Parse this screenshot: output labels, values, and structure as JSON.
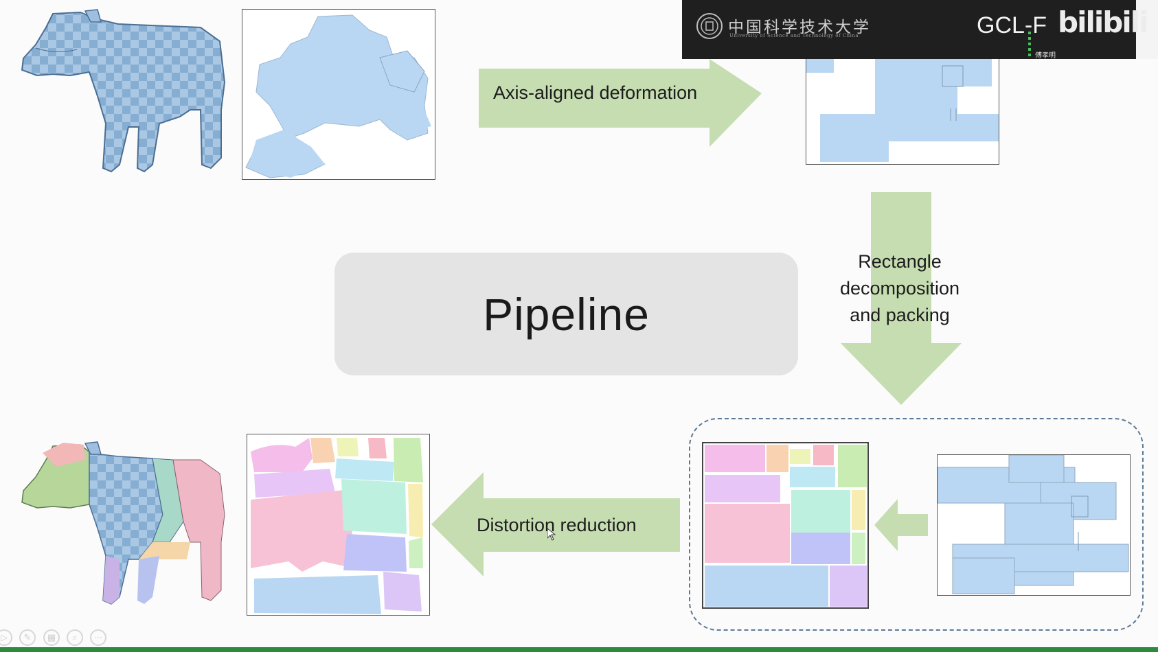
{
  "slide": {
    "title": "Pipeline",
    "arrow_labels": {
      "axis_aligned": "Axis-aligned deformation",
      "rect_line1": "Rectangle",
      "rect_line2": "decomposition",
      "rect_line3": "and packing",
      "distortion": "Distortion reduction"
    }
  },
  "overlay": {
    "university_name": "中国科学技术大学",
    "university_subtitle": "University of Science and Technology of China",
    "channel_tag": "GCL-F",
    "platform_logo": "bilibili",
    "speaker_name": "傅孝明"
  },
  "player_controls": [
    "play-icon",
    "pen-icon",
    "slides-icon",
    "zoom-icon",
    "more-icon"
  ],
  "colors": {
    "arrow_green": "#c5ddb0",
    "chart_blue": "#b9d7f3",
    "mesh_blue": "#8fb3d6",
    "progress_green": "#2e8b3e"
  }
}
